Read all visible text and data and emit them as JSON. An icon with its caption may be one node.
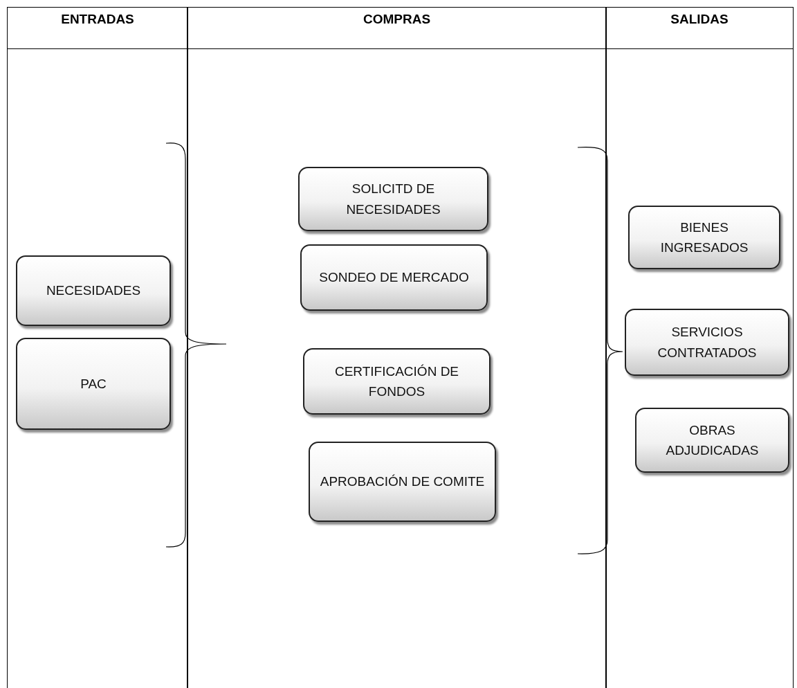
{
  "diagram": {
    "nodes": [
      {
        "text": [
          "ENTRADAS"
        ]
      },
      {
        "text": [
          "NECESIDADES"
        ],
        "in": 0
      },
      {
        "text": [
          "PAC"
        ],
        "in": 0
      },
      {
        "text": [
          "COMPRAS"
        ]
      },
      {
        "text": [
          "SOLICITD DE NECESIDADES"
        ],
        "in": 3
      },
      {
        "text": [
          "SONDEO DE MERCADO"
        ],
        "in": 3
      },
      {
        "text": [
          "CERTIFICACIÓN DE FONDOS"
        ],
        "in": 3
      },
      {
        "text": [
          "APROBACIÓN DE COMITE"
        ],
        "in": 3
      },
      {
        "text": [
          "SALIDAS"
        ]
      },
      {
        "text": [
          "BIENES INGRESADOS"
        ],
        "in": 8
      },
      {
        "text": [
          "SERVICIOS CONTRATADOS"
        ],
        "in": 8
      },
      {
        "text": [
          "OBRAS ADJUDICADAS"
        ],
        "in": 8
      }
    ]
  }
}
